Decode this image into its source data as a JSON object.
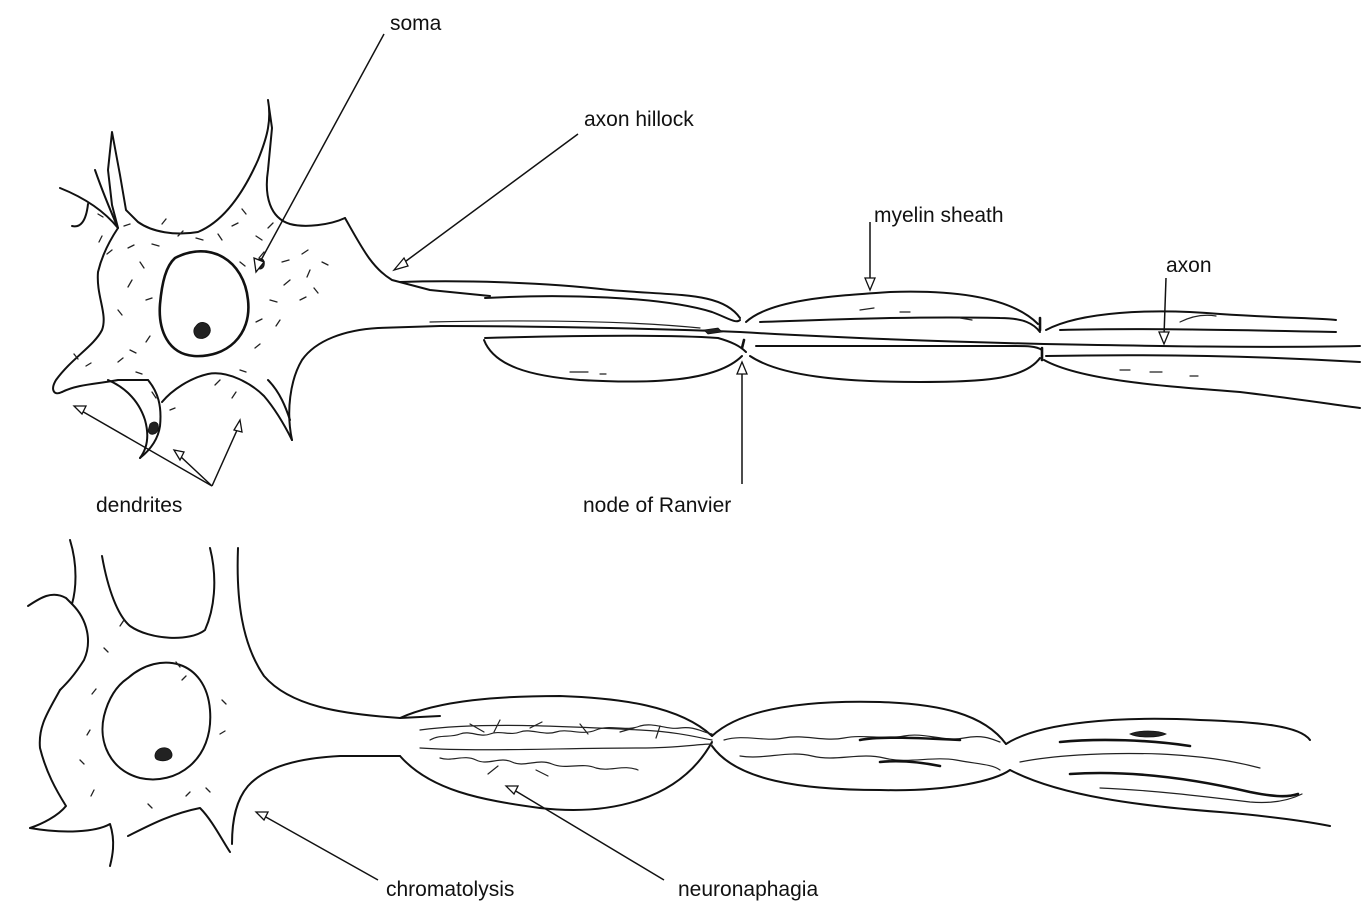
{
  "normal_neuron": {
    "labels": {
      "soma": "soma",
      "axon_hillock": "axon hillock",
      "myelin_sheath": "myelin sheath",
      "axon": "axon",
      "dendrites": "dendrites",
      "node_of_ranvier": "node of Ranvier"
    }
  },
  "degenerating_neuron": {
    "labels": {
      "chromatolysis": "chromatolysis",
      "neuronaphagia": "neuronaphagia"
    }
  },
  "colors": {
    "ink": "#111111",
    "background": "#ffffff"
  }
}
